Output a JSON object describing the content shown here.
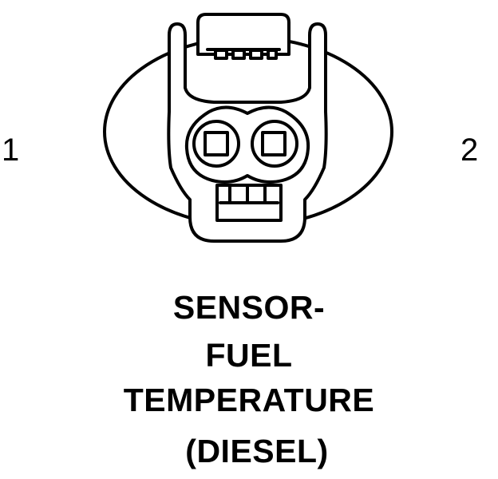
{
  "pins": [
    {
      "label": "1"
    },
    {
      "label": "2"
    }
  ],
  "caption": {
    "line1": "SENSOR-",
    "line2": "FUEL",
    "line3": "TEMPERATURE",
    "line4": "(DIESEL)"
  }
}
